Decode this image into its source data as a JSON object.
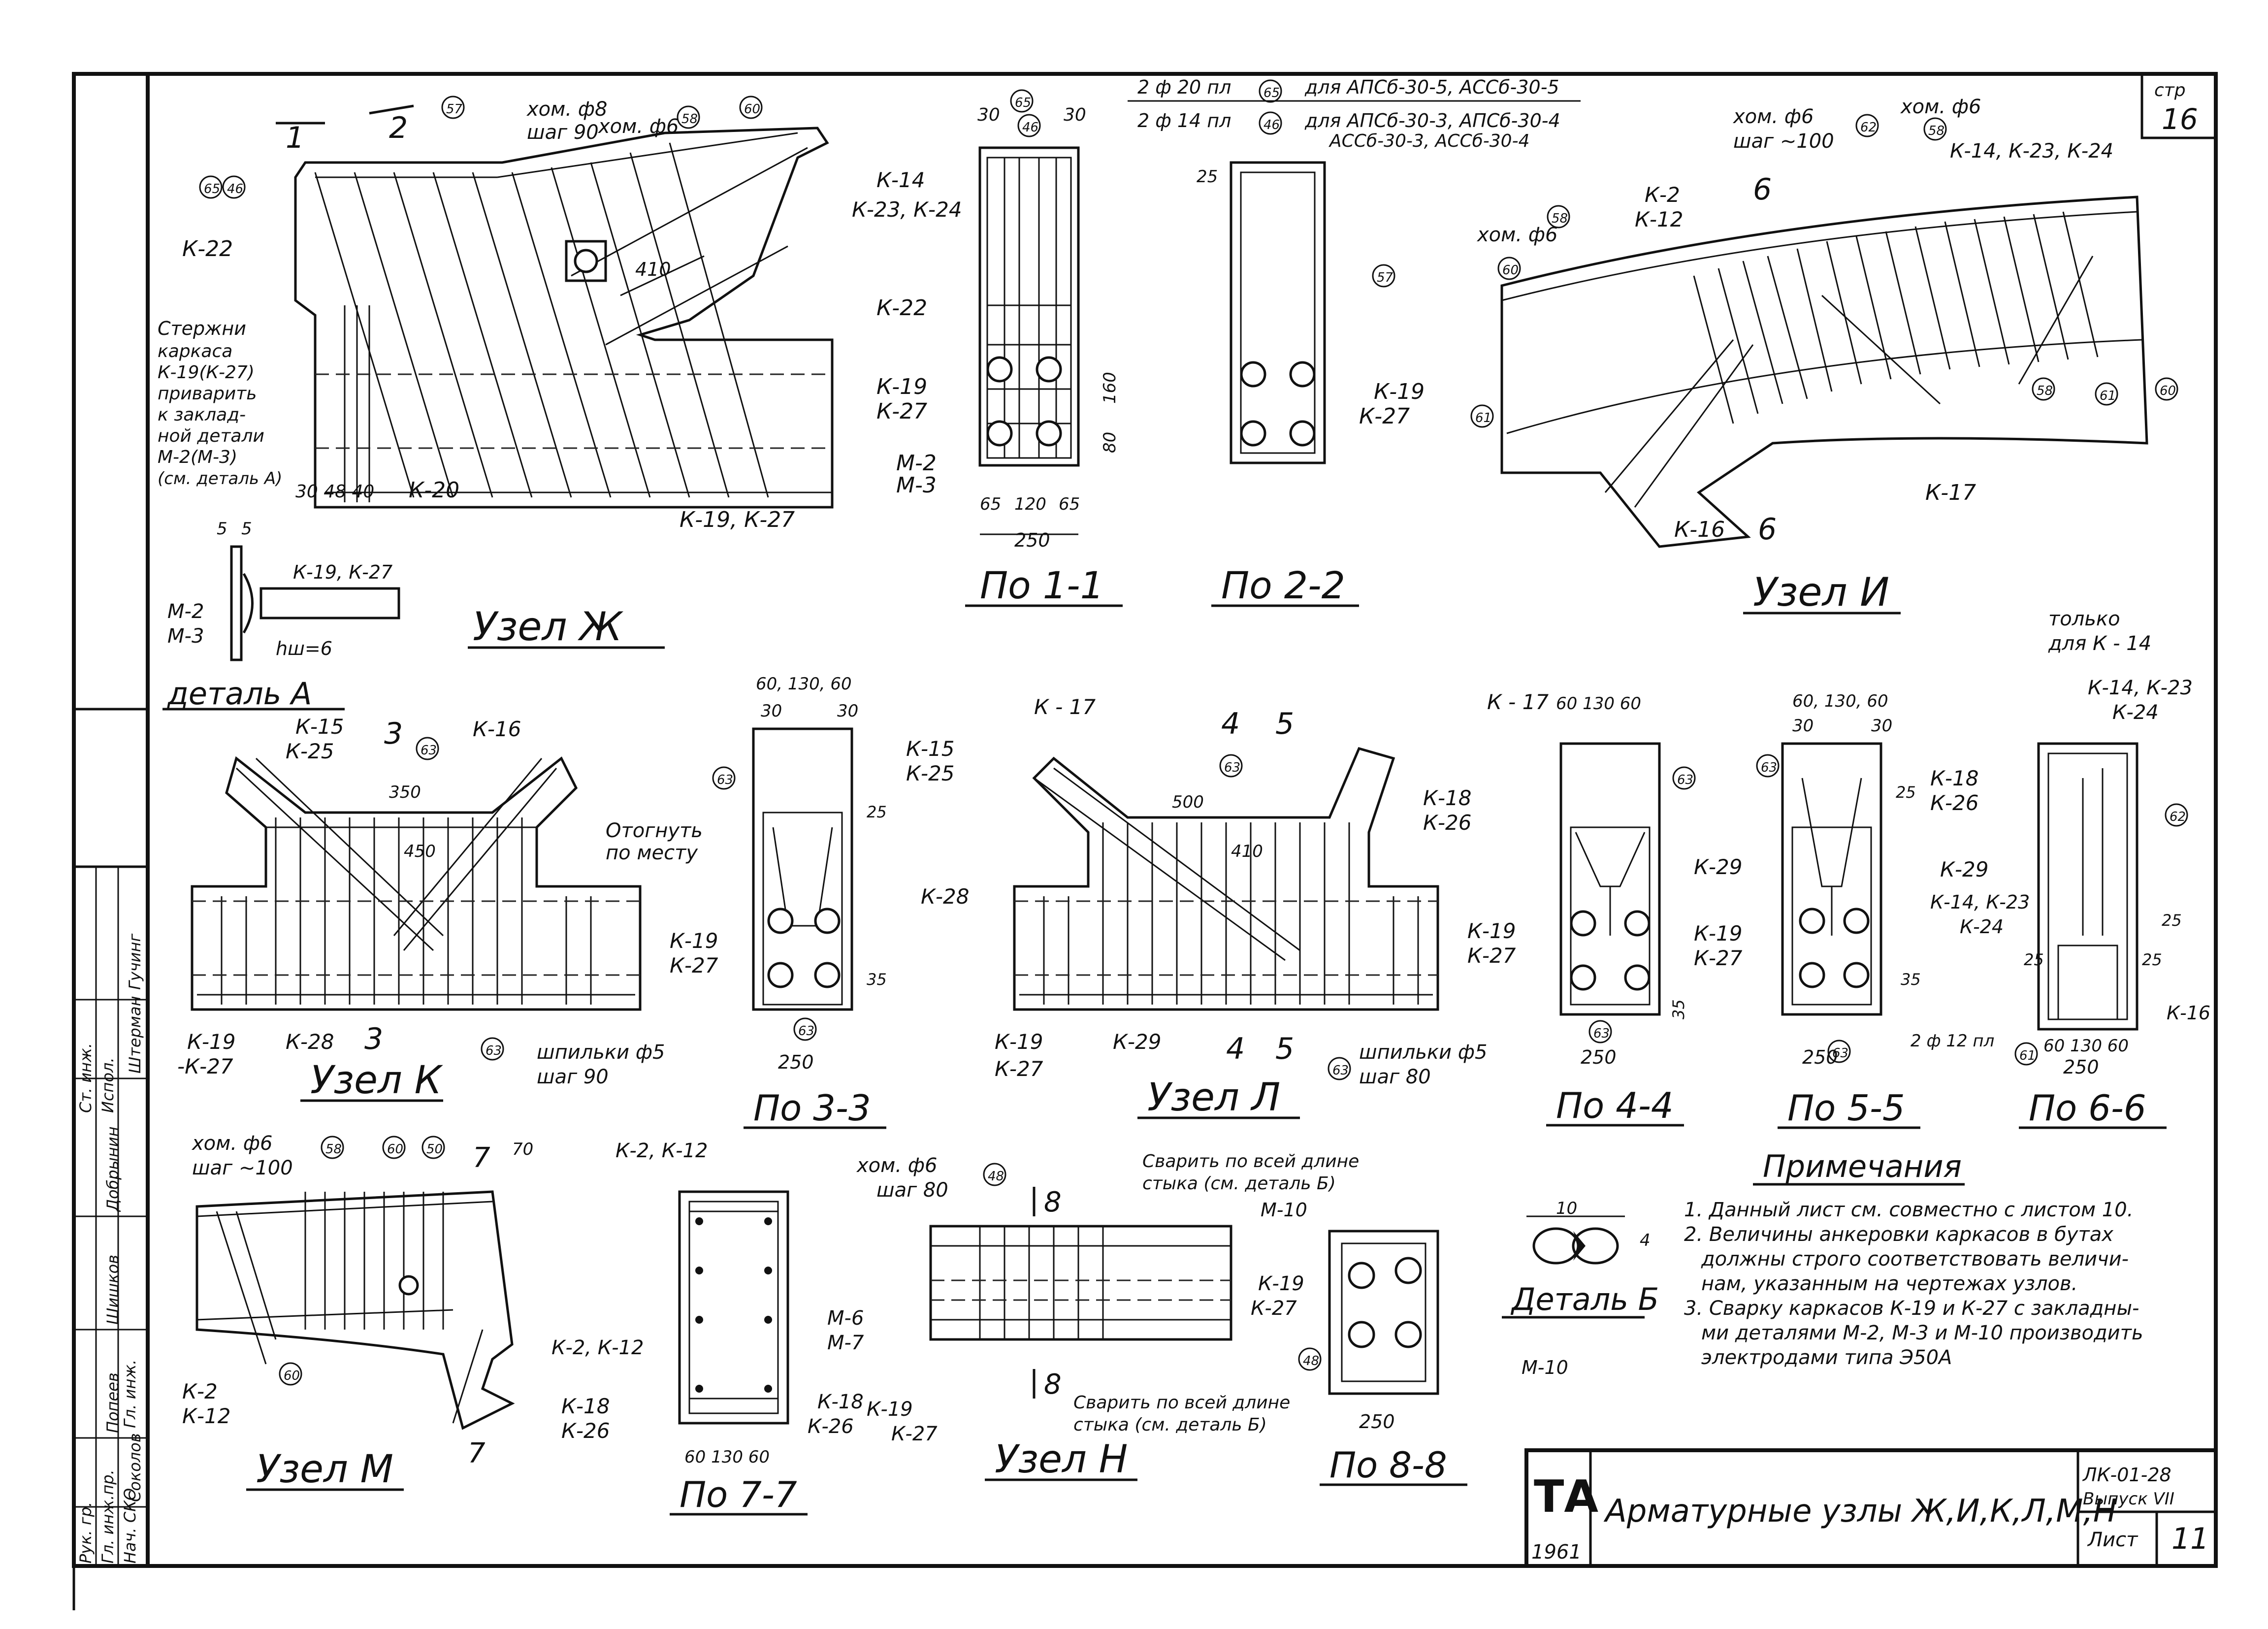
{
  "sheet": {
    "corner_label": "стр",
    "corner_page": "16",
    "title": "Арматурные узлы Ж,И,К,Л,М,Н",
    "code": "ЛК-01-28",
    "issue": "Выпуск VII",
    "sheet_label": "Лист",
    "sheet_no": "11",
    "logo_text": "ТА",
    "year": "1961",
    "stamp_roles": [
      "Ст. инж.",
      "Испол.",
      "Рук. гр.",
      "Гл. инж.пр.",
      "Нач. СКО",
      "Гл. инж."
    ],
    "stamp_names": [
      "Штерман",
      "Гучинг",
      "Соколов",
      "Попеев",
      "Шишков",
      "Добрынин"
    ]
  },
  "node_zh": {
    "title": "Узел Ж",
    "detail_a_title": "деталь А",
    "labels": {
      "k22": "К-22",
      "k14": "К-14",
      "k23_24": "К-23, К-24",
      "k20": "К-20",
      "k19_27": "К-19, К-27",
      "hom8": "хом. ф8",
      "shag90": "шаг 90",
      "hom6": "хом. ф6",
      "dim410": "410",
      "dims_bottom": "30 48 40",
      "cut1": "1",
      "cut2": "2",
      "m2": "М-2",
      "m3": "М-3",
      "k19k27_a": "К-19, К-27",
      "weld": "hш=6",
      "dim_5": "5",
      "dim_5b": "5"
    },
    "note_lines": [
      "Стержни",
      "каркаса",
      "К-19(К-27)",
      "приварить",
      "к заклад-",
      "ной детали",
      "М-2(М-3)",
      "(см. деталь А)"
    ],
    "bubbles": [
      "65",
      "46",
      "57",
      "58",
      "60"
    ]
  },
  "sec_1_1": {
    "title": "По 1-1",
    "labels": {
      "k22": "К-22",
      "k19": "К-19",
      "k27": "К-27",
      "m2": "М-2",
      "m3": "М-3",
      "d30a": "30",
      "d30b": "30",
      "d65a": "65",
      "d120": "120",
      "d65b": "65",
      "d250": "250",
      "d160": "160",
      "d80": "80"
    },
    "bubbles": [
      "65",
      "46"
    ]
  },
  "sec_2_2": {
    "title": "По 2-2",
    "top_notes": [
      "2 ф 20 пл",
      "для АПСб-30-5, АССб-30-5",
      "2 ф 14 пл",
      "для АПСб-30-3, АПСб-30-4",
      "АССб-30-3, АССб-30-4"
    ],
    "labels": {
      "k19": "К-19",
      "k27": "К-27",
      "d25": "25"
    },
    "bubbles": [
      "65",
      "46",
      "57"
    ]
  },
  "node_i": {
    "title": "Узел И",
    "labels": {
      "hom6a": "хом. ф6",
      "shag100": "шаг ~100",
      "hom6b": "хом. ф6",
      "hom6c": "хом. ф6",
      "k14_23_24": "К-14, К-23, К-24",
      "k2": "К-2",
      "k12": "К-12",
      "k16": "К-16",
      "k17": "К-17",
      "cut6a": "6",
      "cut6b": "6"
    },
    "bubbles": [
      "62",
      "58",
      "58",
      "60",
      "61",
      "58",
      "61",
      "60"
    ]
  },
  "node_k": {
    "title": "Узел К",
    "labels": {
      "k15": "К-15",
      "k25": "К-25",
      "k16": "К-16",
      "k19": "К-19",
      "k27": "-К-27",
      "k28": "К-28",
      "pins": "шпильки ф5",
      "shag": "шаг 90",
      "d350": "350",
      "d450": "450",
      "cut3a": "3",
      "cut3b": "3"
    },
    "bubbles": [
      "63",
      "63"
    ]
  },
  "sec_3_3": {
    "title": "По 3-3",
    "labels": {
      "otognut": "Отогнуть",
      "po_mestu": "по месту",
      "k15": "К-15",
      "k25": "К-25",
      "k28": "К-28",
      "k19": "К-19",
      "k27": "К-27",
      "top_dims": "60, 130, 60",
      "d30a": "30",
      "d30b": "30",
      "d250": "250",
      "d25": "25",
      "d35": "35"
    },
    "bubbles": [
      "63",
      "63"
    ]
  },
  "node_l": {
    "title": "Узел Л",
    "labels": {
      "k17": "К - 17",
      "k18": "К-18",
      "k26": "К-26",
      "k19": "К-19",
      "k27": "К-27",
      "k29": "К-29",
      "pins": "шпильки ф5",
      "shag": "шаг 80",
      "d500": "500",
      "d410": "410",
      "cut4a": "4",
      "cut5a": "5",
      "cut4b": "4",
      "cut5b": "5"
    },
    "bubbles": [
      "63",
      "63"
    ]
  },
  "sec_4_4": {
    "title": "По 4-4",
    "labels": {
      "k17": "К - 17",
      "k29": "К-29",
      "k19": "К-19",
      "k27": "К-27",
      "top_dims": "60 130 60",
      "d250": "250",
      "d35": "35"
    },
    "bubbles": [
      "63",
      "63"
    ]
  },
  "sec_5_5": {
    "title": "По 5-5",
    "labels": {
      "k18": "К-18",
      "k26": "К-26",
      "k29": "К-29",
      "k19": "К-19",
      "k27": "К-27",
      "top_dims": "60, 130, 60",
      "d30a": "30",
      "d30b": "30",
      "d25": "25",
      "d35": "35",
      "d250": "250",
      "rod": "2 ф 12 пл"
    },
    "bubbles": [
      "63",
      "63"
    ]
  },
  "sec_6_6": {
    "title": "По 6-6",
    "labels": {
      "only": "только",
      "only2": "для К - 14",
      "k14_23": "К-14, К-23",
      "k24": "К-24",
      "k14b": "К-14, К-23",
      "k24b": "К-24",
      "k16": "К-16",
      "d25a": "25",
      "d25b": "25",
      "d25c": "25",
      "bottom_dims": "60 130 60",
      "d250": "250"
    },
    "bubbles": [
      "62",
      "61"
    ]
  },
  "node_m": {
    "title": "Узел М",
    "labels": {
      "hom6": "хом. ф6",
      "shag100": "шаг ~100",
      "k2": "К-2",
      "k12": "К-12",
      "k18": "К-18",
      "k26": "К-26",
      "cut7a": "7",
      "cut7b": "7",
      "d70": "70"
    },
    "bubbles": [
      "58",
      "60",
      "50",
      "60"
    ]
  },
  "sec_7_7": {
    "title": "По 7-7",
    "labels": {
      "k2_12": "К-2, К-12",
      "k2_12b": "К-2, К-12",
      "m6": "М-6",
      "m7": "М-7",
      "k18": "К-18",
      "k26": "К-26",
      "bottom_dims": "60 130 60"
    }
  },
  "node_n": {
    "title": "Узел Н",
    "labels": {
      "hom6": "хом. ф6",
      "shag80": "шаг 80",
      "k19": "К-19",
      "k27": "К-27",
      "m10": "М-10",
      "weld_top_1": "Сварить по всей длине",
      "weld_top_2": "стыка (см. деталь Б)",
      "weld_bot_1": "Сварить по всей длине",
      "weld_bot_2": "стыка (см. деталь Б)",
      "cut8a": "8",
      "cut8b": "8"
    },
    "bubbles": [
      "48"
    ]
  },
  "sec_8_8": {
    "title": "По 8-8",
    "labels": {
      "k19": "К-19",
      "k27": "К-27",
      "m10": "М-10",
      "d250": "250"
    },
    "bubbles": [
      "48"
    ]
  },
  "detail_b": {
    "title": "Деталь Б",
    "labels": {
      "d10": "10",
      "d4": "4"
    }
  },
  "notes": {
    "title": "Примечания",
    "lines": [
      "1. Данный лист см. совместно с листом 10.",
      "2. Величины анкеровки каркасов в бутах",
      "должны строго соответствовать величи-",
      "нам, указанным на чертежах узлов.",
      "3. Сварку каркасов К-19 и К-27 с закладны-",
      "ми деталями М-2, М-3 и М-10 производить",
      "электродами типа Э50А"
    ]
  },
  "colors": {
    "ink": "#111111",
    "paper": "#ffffff"
  }
}
